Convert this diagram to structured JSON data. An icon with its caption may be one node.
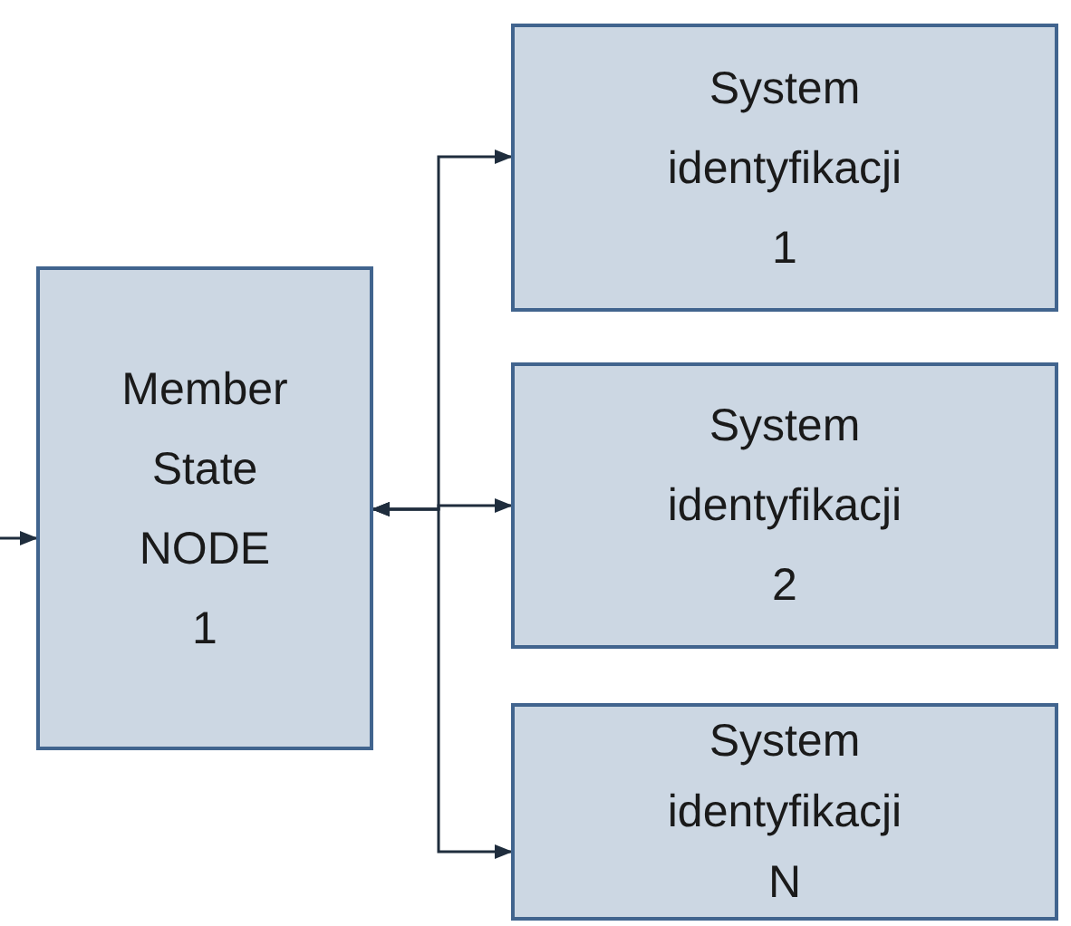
{
  "diagram": {
    "nodes": [
      {
        "text": [
          "Member State NODE 1"
        ]
      },
      {
        "text": [
          "System identyfikacji 1"
        ]
      },
      {
        "text": [
          "System identyfikacji 2"
        ]
      },
      {
        "text": [
          "System identyfikacji N"
        ]
      }
    ],
    "edges": [
      {
        "from": null,
        "to": 0,
        "arrow": "to"
      },
      {
        "from": 0,
        "to": 1,
        "arrow": "both"
      },
      {
        "from": 0,
        "to": 2,
        "arrow": "both"
      },
      {
        "from": 0,
        "to": 3,
        "arrow": "both"
      }
    ]
  }
}
